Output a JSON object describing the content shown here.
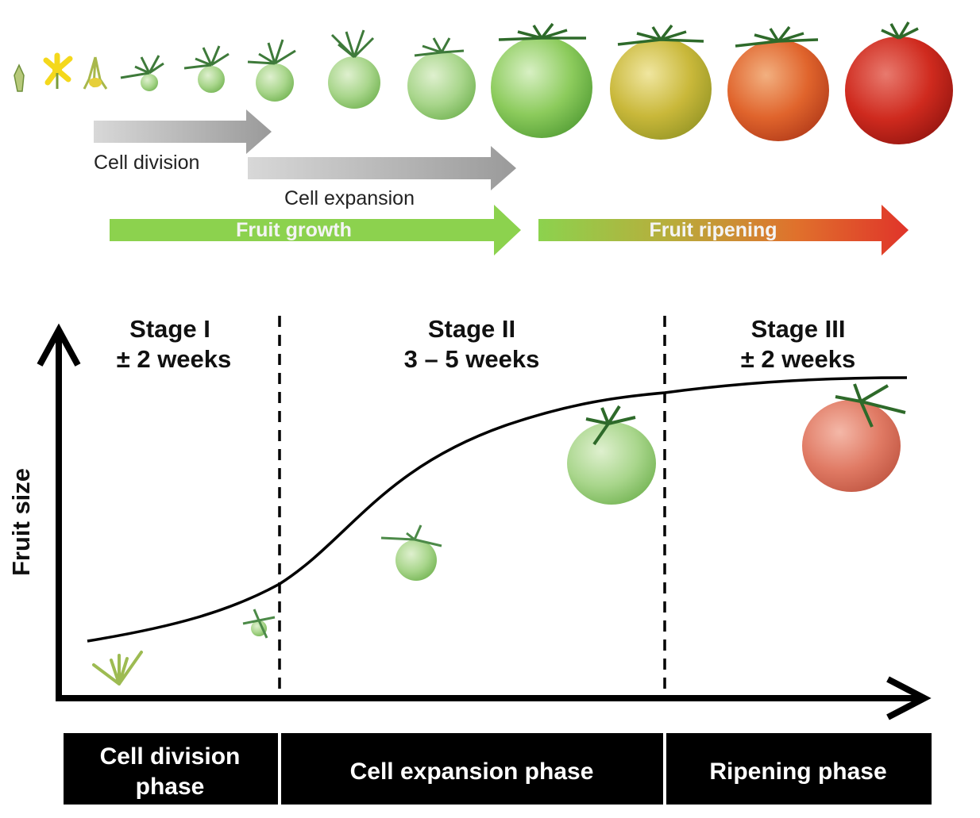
{
  "process_arrows": {
    "cell_division": "Cell division",
    "cell_expansion": "Cell expansion",
    "fruit_growth": "Fruit growth",
    "fruit_ripening": "Fruit ripening"
  },
  "stages": [
    {
      "name": "Stage I",
      "duration": "± 2 weeks"
    },
    {
      "name": "Stage II",
      "duration": "3 – 5 weeks"
    },
    {
      "name": "Stage III",
      "duration": "± 2 weeks"
    }
  ],
  "y_axis_label": "Fruit size",
  "phases": {
    "division_line1": "Cell division",
    "division_line2": "phase",
    "expansion": "Cell expansion phase",
    "ripening": "Ripening phase"
  },
  "colors": {
    "growth_green": "#8cd24e",
    "ripening_red": "#e0342a",
    "process_gray": "#a8a8a8",
    "phase_bar": "#000000",
    "unripe_green": "#8fc870",
    "ripe_red": "#cf2a1e"
  }
}
